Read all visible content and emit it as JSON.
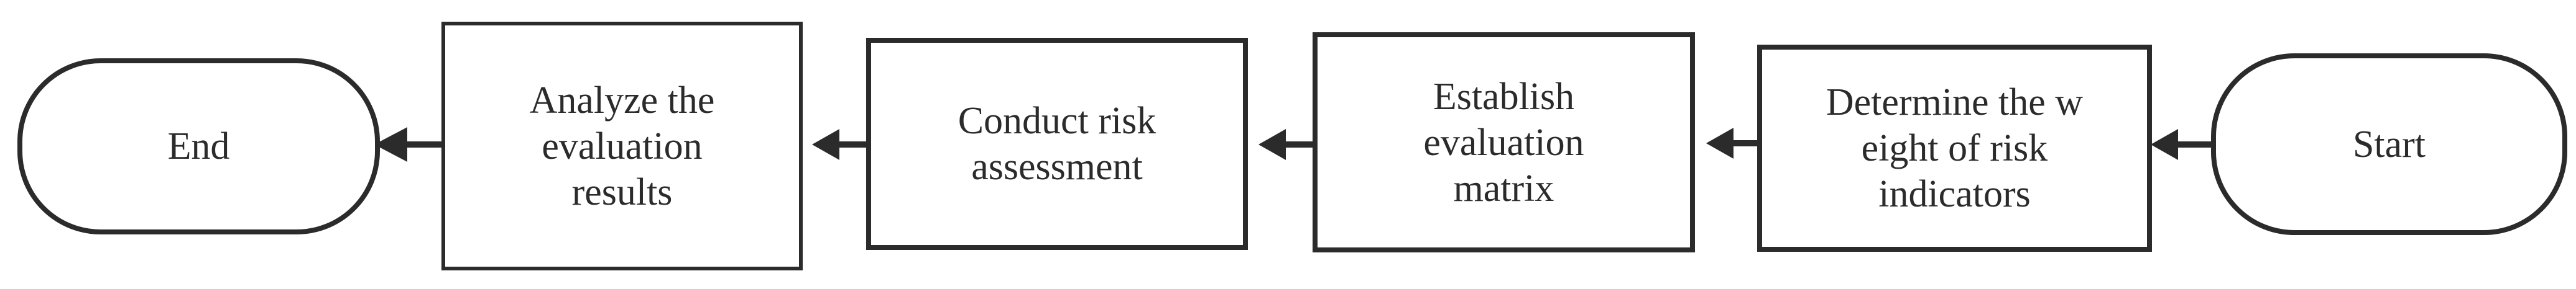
{
  "flowchart": {
    "nodes": [
      {
        "id": "start",
        "shape": "terminal",
        "label": "Start"
      },
      {
        "id": "weights",
        "shape": "process",
        "label": "Determine the w\neight of risk\nindicators"
      },
      {
        "id": "matrix",
        "shape": "process",
        "label": "Establish\nevaluation\nmatrix"
      },
      {
        "id": "assess",
        "shape": "process",
        "label": "Conduct risk\nassessment"
      },
      {
        "id": "analyze",
        "shape": "process",
        "label": "Analyze the\nevaluation\nresults"
      },
      {
        "id": "end",
        "shape": "terminal",
        "label": "End"
      }
    ],
    "edges": [
      {
        "from": "start",
        "to": "weights"
      },
      {
        "from": "weights",
        "to": "matrix"
      },
      {
        "from": "matrix",
        "to": "assess"
      },
      {
        "from": "assess",
        "to": "analyze"
      },
      {
        "from": "analyze",
        "to": "end"
      }
    ],
    "colors": {
      "stroke": "#2b2b2b",
      "fill": "#ffffff",
      "text": "#2b2b2b"
    }
  }
}
